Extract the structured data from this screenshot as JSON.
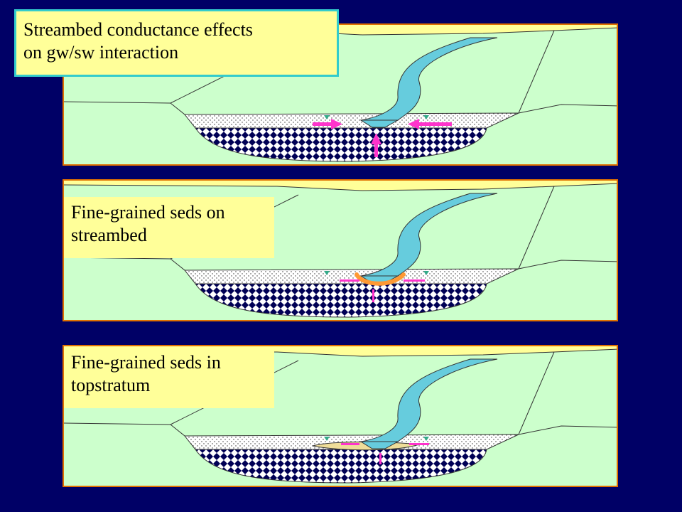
{
  "slide": {
    "title_line1": "Streambed conductance effects",
    "title_line2": "on gw/sw interaction",
    "panel2_line1": "Fine-grained seds on",
    "panel2_line2": "streambed",
    "panel3_line1": "Fine-grained seds in",
    "panel3_line2": "topstratum"
  },
  "colors": {
    "background": "#000066",
    "ground": "#ccffcc",
    "sky": "#ffff99",
    "river": "#66ccdd",
    "aquifer_dark": "#000055",
    "flow_arrow": "#ff33cc",
    "streambed_clog": "#ff9933",
    "frame": "#e07000"
  },
  "icons": {
    "water_table": "triangle-down",
    "flow": "arrow"
  }
}
